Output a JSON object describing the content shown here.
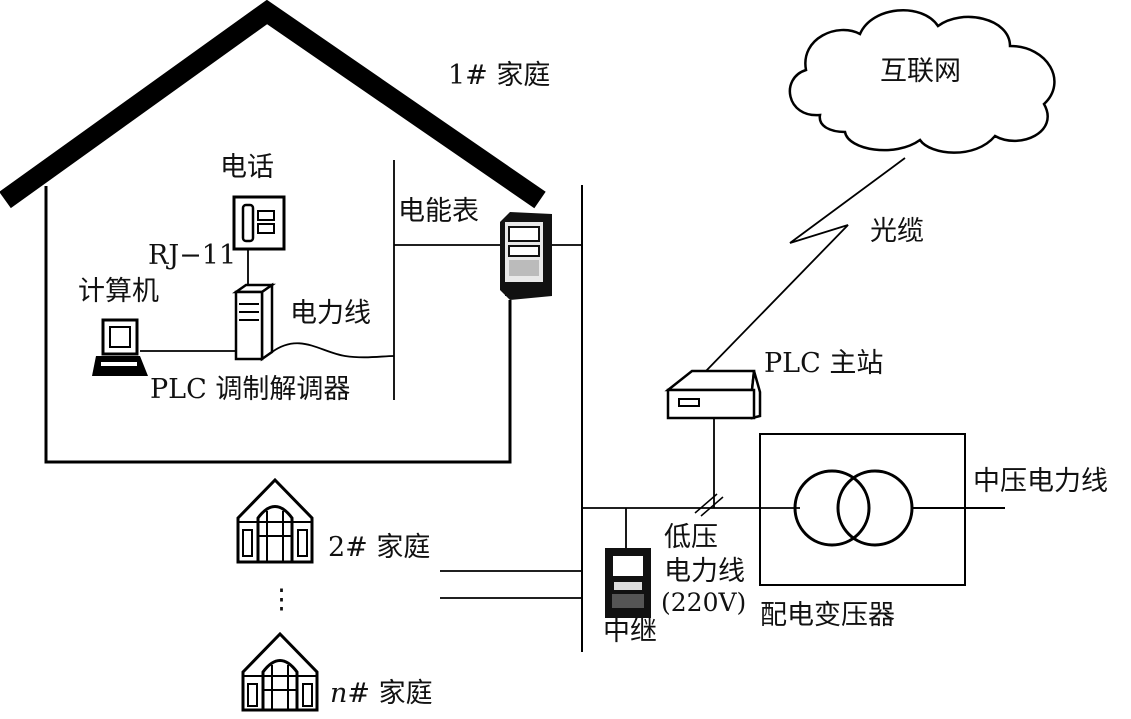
{
  "labels": {
    "home1": "1# 家庭",
    "internet": "互联网",
    "phone": "电话",
    "meter": "电能表",
    "fiber": "光缆",
    "rj11": "RJ−11",
    "computer": "计算机",
    "powerline": "电力线",
    "plc_modem": "PLC 调制解调器",
    "plc_master": "PLC 主站",
    "mv_powerline": "中压电力线",
    "home2": "2# 家庭",
    "home_n_italic": "n",
    "home_n_rest": "# 家庭",
    "ellipsis": "⋮",
    "lv_line1": "低压",
    "lv_line2": "电力线",
    "lv_line3": "(220V)",
    "repeater": "中继",
    "transformer": "配电变压器"
  }
}
